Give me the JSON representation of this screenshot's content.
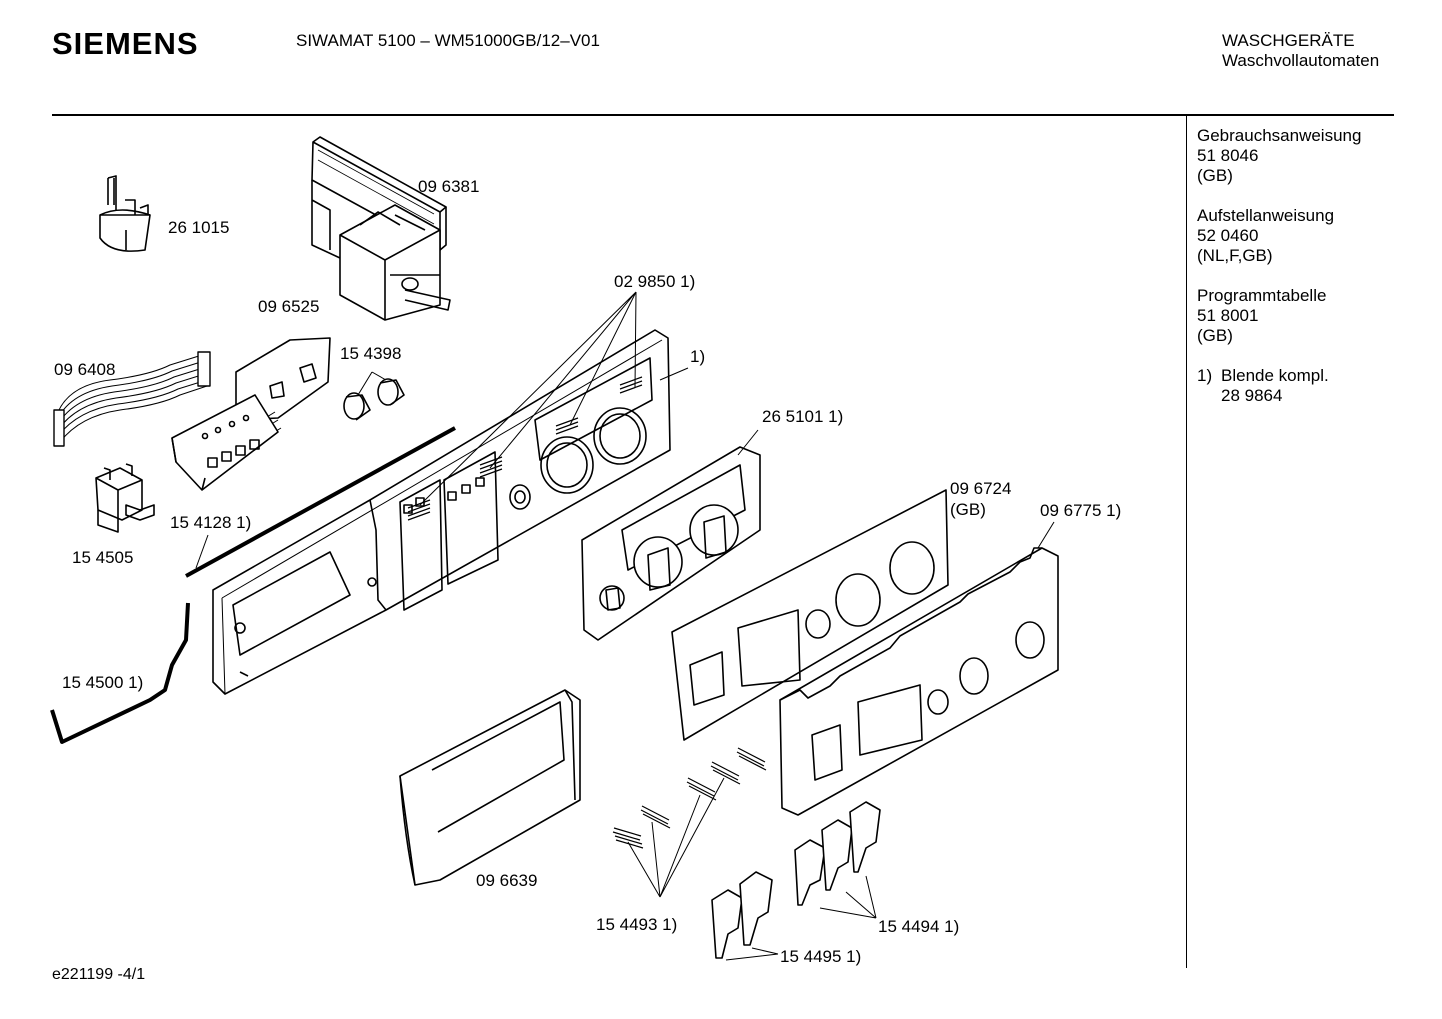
{
  "header": {
    "brand": "SIEMENS",
    "model": "SIWAMAT 5100 – WM51000GB/12–V01",
    "category_line1": "WASCHGERÄTE",
    "category_line2": "Waschvollautomaten"
  },
  "sidebar": {
    "docs": [
      {
        "title": "Gebrauchsanweisung",
        "number": "51 8046",
        "lang": "(GB)"
      },
      {
        "title": "Aufstellanweisung",
        "number": "52 0460",
        "lang": "(NL,F,GB)"
      },
      {
        "title": "Programmtabelle",
        "number": "51 8001",
        "lang": "(GB)"
      }
    ],
    "footnote_marker": "1)",
    "footnote_text": "Blende kompl.",
    "footnote_number": "28 9864"
  },
  "parts": [
    {
      "id": "p1",
      "label": "26 1015"
    },
    {
      "id": "p2",
      "label": "09 6381"
    },
    {
      "id": "p3",
      "label": "09 6525"
    },
    {
      "id": "p4",
      "label": "09 6408"
    },
    {
      "id": "p5",
      "label": "15 4398"
    },
    {
      "id": "p6",
      "label": "02 9850 1)"
    },
    {
      "id": "p7",
      "label": "1)"
    },
    {
      "id": "p8",
      "label": "26 5101 1)"
    },
    {
      "id": "p9",
      "label": "15 4505"
    },
    {
      "id": "p10",
      "label": "15 4128 1)"
    },
    {
      "id": "p11",
      "label": "09 6724"
    },
    {
      "id": "p11b",
      "label": "(GB)"
    },
    {
      "id": "p12",
      "label": "09 6775 1)"
    },
    {
      "id": "p13",
      "label": "15 4500 1)"
    },
    {
      "id": "p14",
      "label": "09 6639"
    },
    {
      "id": "p15",
      "label": "15 4493 1)"
    },
    {
      "id": "p16",
      "label": "15 4494 1)"
    },
    {
      "id": "p17",
      "label": "15 4495 1)"
    }
  ],
  "footer": {
    "code": "e221199 -4/1"
  }
}
